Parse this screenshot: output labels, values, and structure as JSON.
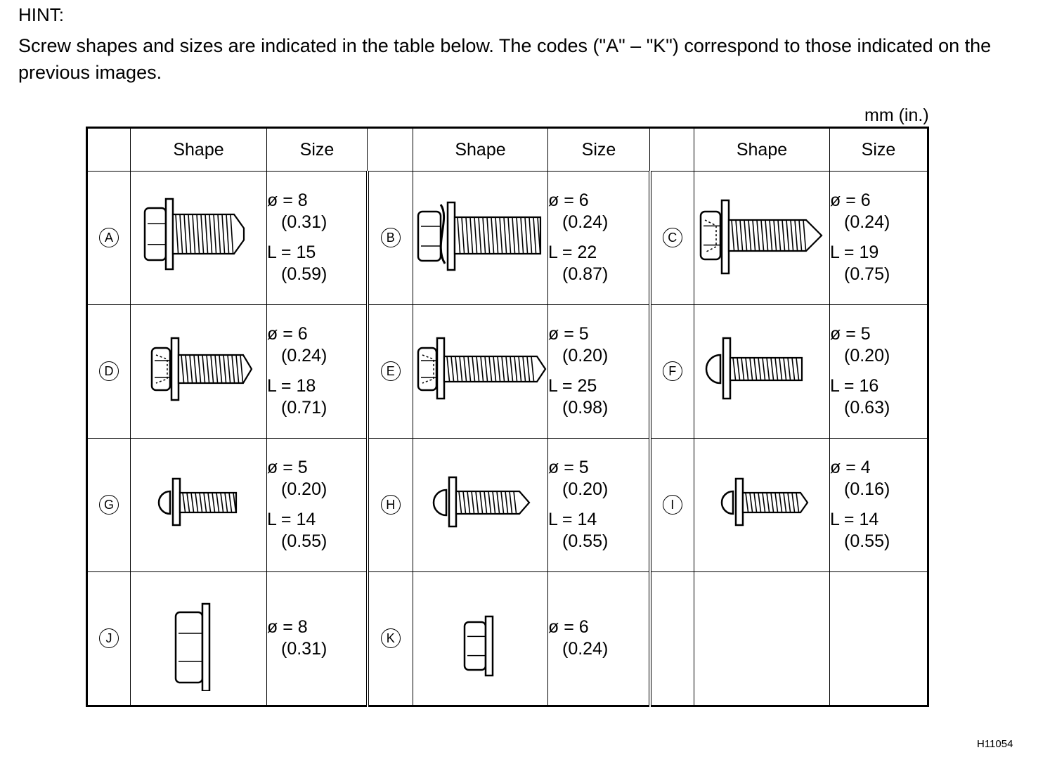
{
  "hint": {
    "heading": "HINT:",
    "text": "Screw shapes and sizes are indicated in the table below. The codes (\"A\" – \"K\") correspond to those indicated on the previous images."
  },
  "unit": "mm (in.)",
  "table": {
    "headers": [
      "",
      "Shape",
      "Size",
      "",
      "Shape",
      "Size",
      "",
      "Shape",
      "Size"
    ],
    "rows": [
      [
        {
          "code": "A",
          "icon": "flange-bolt-pilot-icon",
          "dia": "ø = 8",
          "dia_in": "(0.31)",
          "len": "L = 15",
          "len_in": "(0.59)"
        },
        {
          "code": "B",
          "icon": "washer-bolt-icon",
          "dia": "ø = 6",
          "dia_in": "(0.24)",
          "len": "L = 22",
          "len_in": "(0.87)"
        },
        {
          "code": "C",
          "icon": "tapping-screw-pointed-icon",
          "dia": "ø = 6",
          "dia_in": "(0.24)",
          "len": "L = 19",
          "len_in": "(0.75)"
        }
      ],
      [
        {
          "code": "D",
          "icon": "hex-tapping-screw-icon",
          "dia": "ø = 6",
          "dia_in": "(0.24)",
          "len": "L = 18",
          "len_in": "(0.71)"
        },
        {
          "code": "E",
          "icon": "hex-tapping-screw-long-icon",
          "dia": "ø = 5",
          "dia_in": "(0.20)",
          "len": "L = 25",
          "len_in": "(0.98)"
        },
        {
          "code": "F",
          "icon": "pan-tapping-screw-icon",
          "dia": "ø = 5",
          "dia_in": "(0.20)",
          "len": "L = 16",
          "len_in": "(0.63)"
        }
      ],
      [
        {
          "code": "G",
          "icon": "round-head-screw-icon",
          "dia": "ø = 5",
          "dia_in": "(0.20)",
          "len": "L = 14",
          "len_in": "(0.55)"
        },
        {
          "code": "H",
          "icon": "round-head-tapping-screw-icon",
          "dia": "ø = 5",
          "dia_in": "(0.20)",
          "len": "L = 14",
          "len_in": "(0.55)"
        },
        {
          "code": "I",
          "icon": "small-round-head-screw-icon",
          "dia": "ø = 4",
          "dia_in": "(0.16)",
          "len": "L = 14",
          "len_in": "(0.55)"
        }
      ],
      [
        {
          "code": "J",
          "icon": "flange-nut-icon",
          "dia": "ø = 8",
          "dia_in": "(0.31)",
          "len": "",
          "len_in": ""
        },
        {
          "code": "K",
          "icon": "flange-nut-small-icon",
          "dia": "ø = 6",
          "dia_in": "(0.24)",
          "len": "",
          "len_in": ""
        },
        {
          "code": "",
          "icon": "",
          "dia": "",
          "dia_in": "",
          "len": "",
          "len_in": ""
        }
      ]
    ]
  },
  "figure_id": "H11054"
}
